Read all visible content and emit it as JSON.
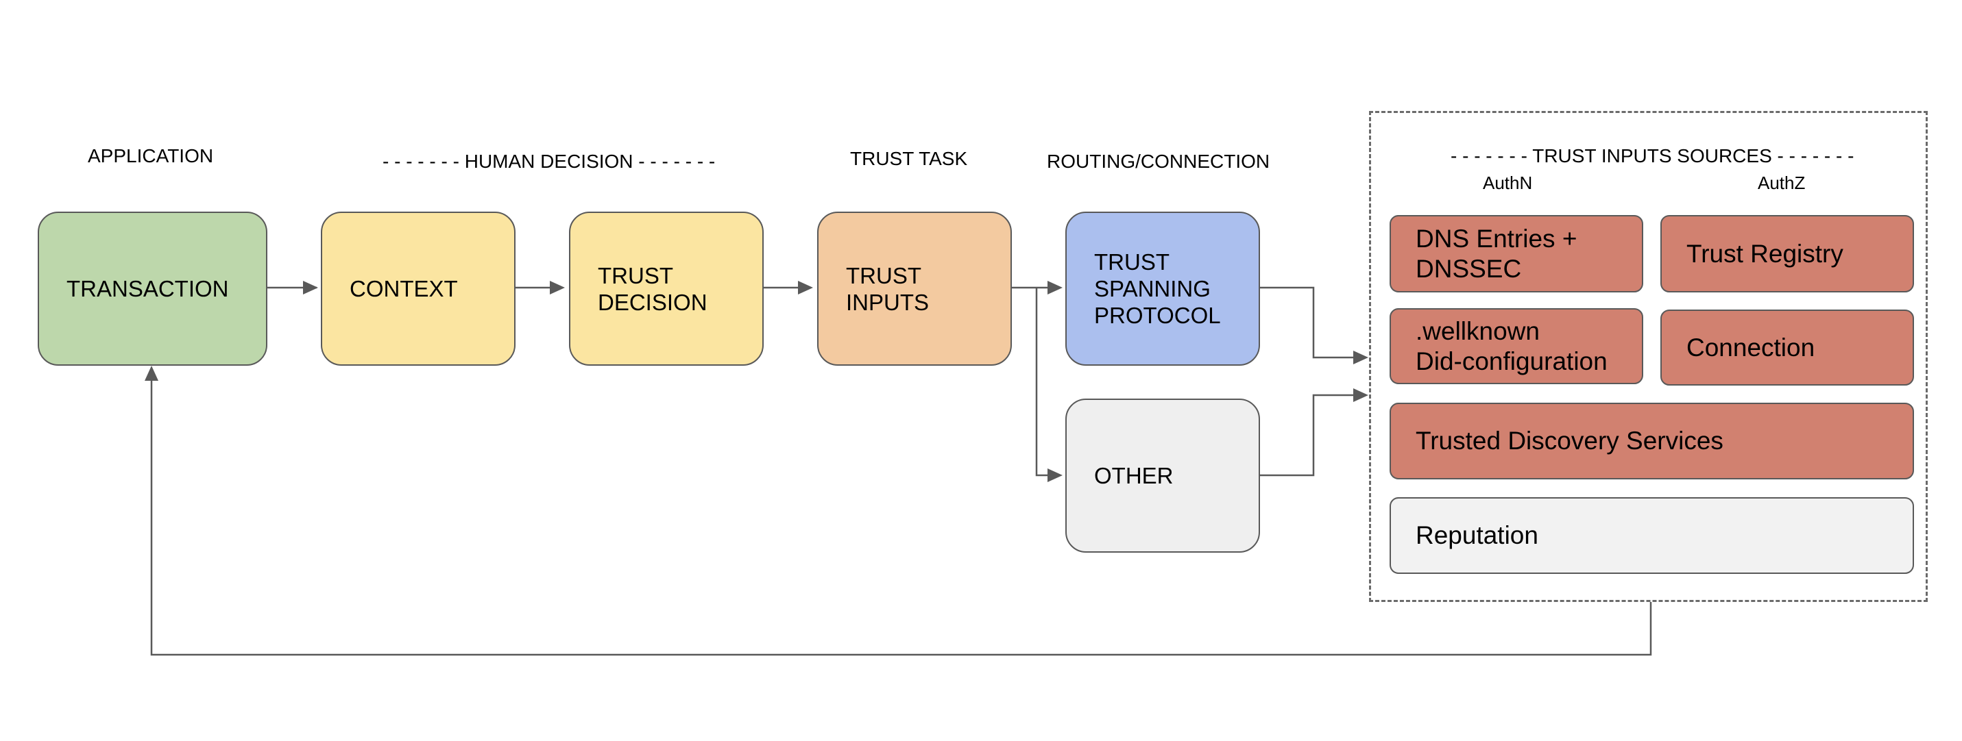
{
  "headers": {
    "application": "APPLICATION",
    "human_decision": "- - - - - - - HUMAN DECISION - - - - - - -",
    "trust_task": "TRUST TASK",
    "routing": "ROUTING/CONNECTION",
    "trust_inputs_sources": "- - - - - - - TRUST INPUTS SOURCES - - - - - - -",
    "authn": "AuthN",
    "authz": "AuthZ"
  },
  "nodes": {
    "transaction": "TRANSACTION",
    "context": "CONTEXT",
    "trust_decision": "TRUST\nDECISION",
    "trust_inputs": "TRUST\nINPUTS",
    "trust_spanning_protocol": "TRUST\nSPANNING\nPROTOCOL",
    "other": "OTHER"
  },
  "sources": {
    "dns": "DNS Entries +\nDNSSEC",
    "trust_registry": "Trust Registry",
    "wellknown": ".wellknown\nDid-configuration",
    "connection": "Connection",
    "trusted_discovery": "Trusted Discovery Services",
    "reputation": "Reputation"
  },
  "colors": {
    "transaction": "#bdd7ab",
    "context": "#fbe5a1",
    "trust_decision": "#fbe5a1",
    "trust_inputs": "#f3caa0",
    "trust_spanning_protocol": "#abbfee",
    "other": "#efefef",
    "sources": "#d18170",
    "reputation": "#f2f2f2",
    "lines": "#595959"
  }
}
